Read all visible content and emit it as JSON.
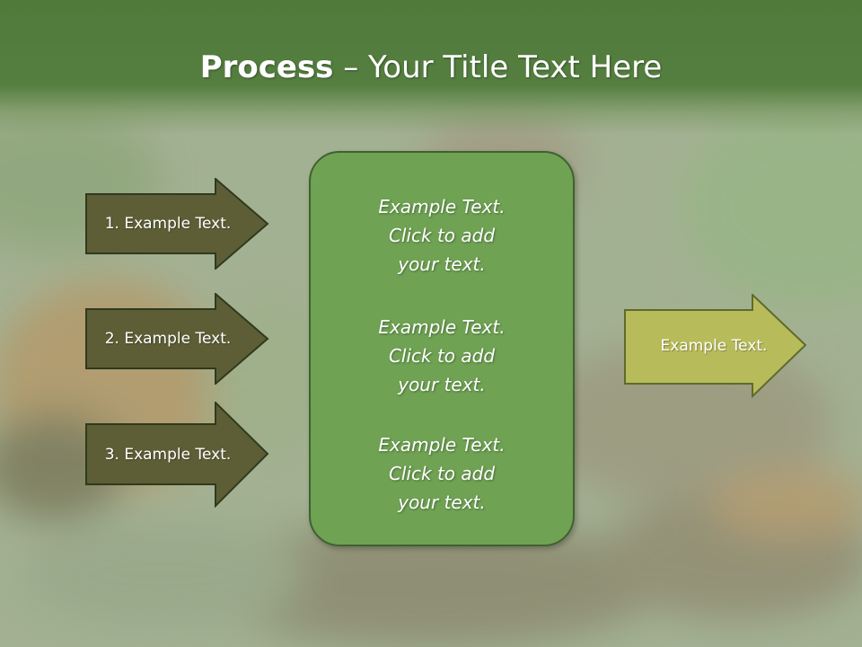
{
  "slide": {
    "title_strong": "Process",
    "title_rest": " – Your Title Text Here",
    "left_arrows": [
      {
        "label": "1. Example Text."
      },
      {
        "label": "2. Example Text."
      },
      {
        "label": "3. Example Text."
      }
    ],
    "center_blocks": [
      {
        "line1": "Example Text.",
        "line2": "Click  to add",
        "line3": "your text."
      },
      {
        "line1": "Example Text.",
        "line2": "Click  to add",
        "line3": "your text."
      },
      {
        "line1": "Example Text.",
        "line2": "Click  to add",
        "line3": "your text."
      }
    ],
    "right_arrow": {
      "label": "Example Text."
    }
  },
  "colors": {
    "title_band": "#557f40",
    "left_arrow_fill": "#5d5e36",
    "center_box_fill": "#6fa253",
    "right_arrow_fill": "#b8bb5a"
  }
}
